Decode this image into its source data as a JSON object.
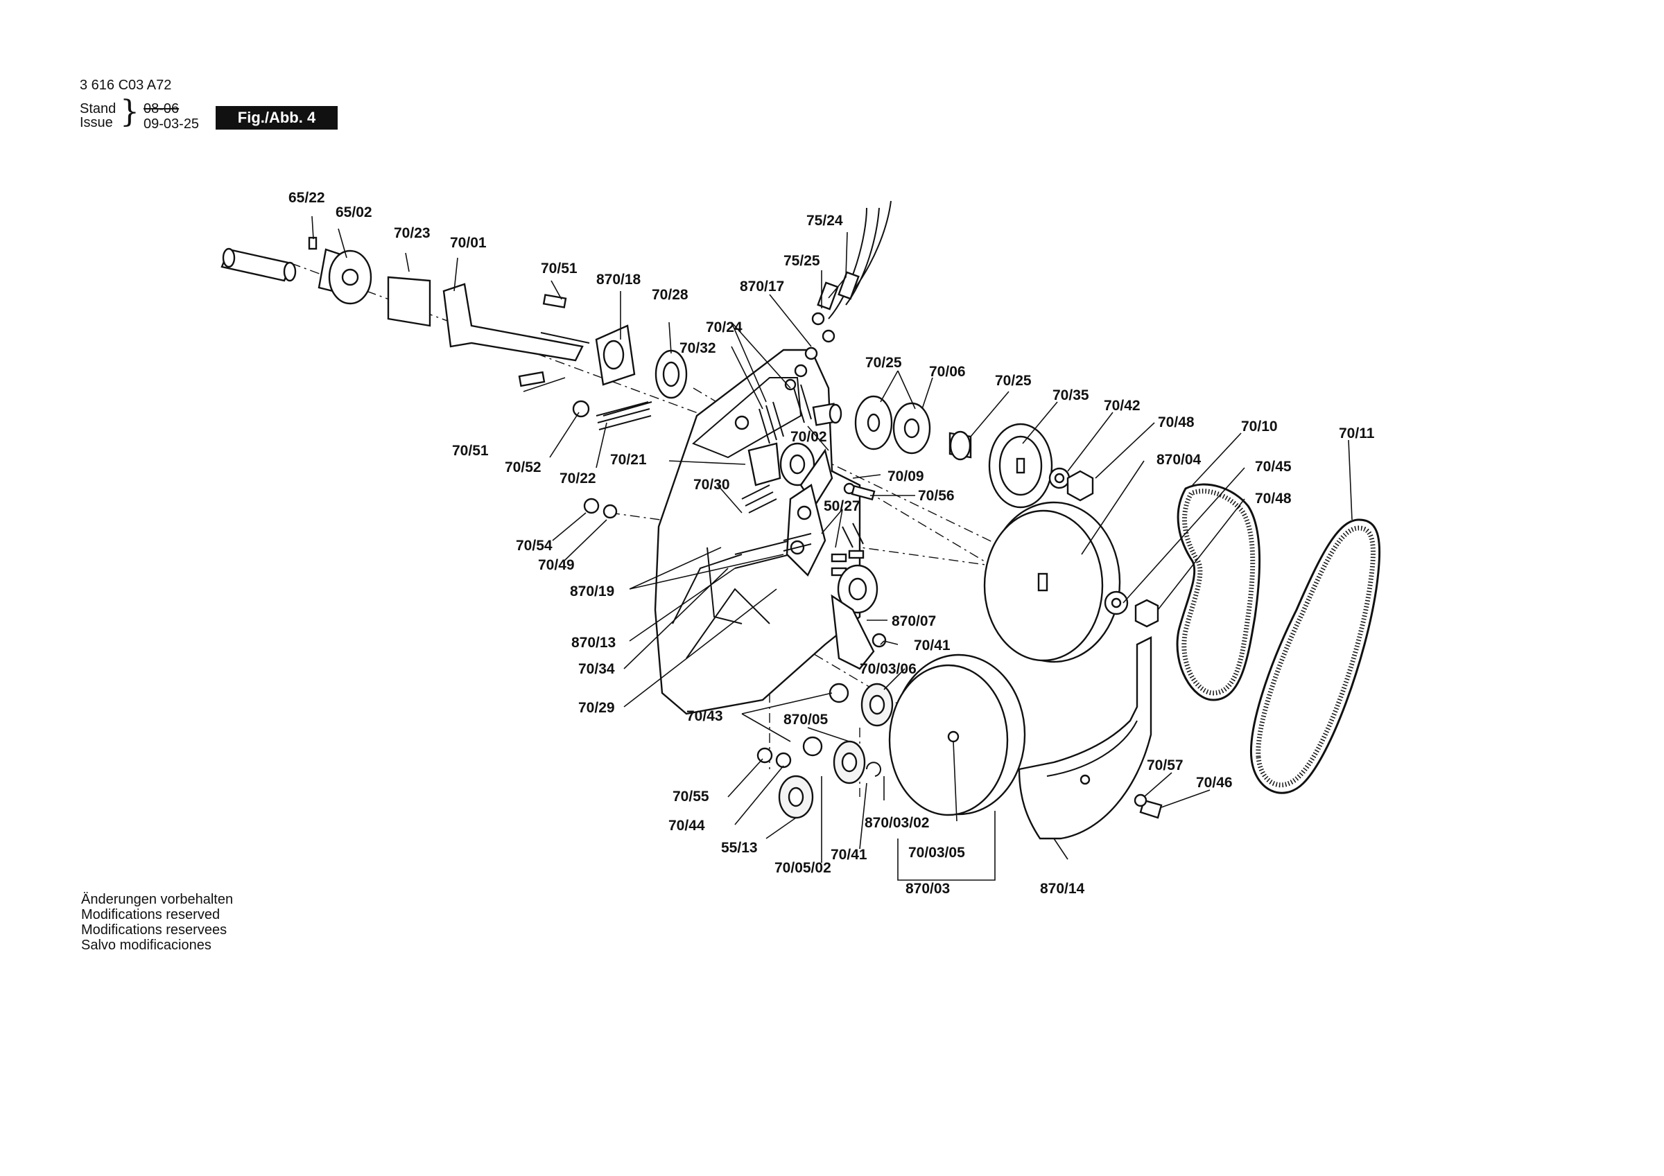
{
  "header": {
    "doc_number": "3 616 C03 A72",
    "stand_label": "Stand",
    "issue_label": "Issue",
    "stand_old": "08-06",
    "issue_date": "09-03-25",
    "figure": "Fig./Abb. 4"
  },
  "notes": [
    "Änderungen vorbehalten",
    "Modifications reserved",
    "Modifications reservees",
    "Salvo modificaciones"
  ],
  "part_labels": [
    "65/22",
    "65/02",
    "70/23",
    "70/01",
    "70/51",
    "870/18",
    "70/28",
    "870/17",
    "75/24",
    "75/25",
    "70/24",
    "70/32",
    "70/25",
    "70/06",
    "70/25",
    "70/35",
    "70/42",
    "70/48",
    "70/10",
    "70/11",
    "70/51",
    "70/52",
    "70/22",
    "70/21",
    "70/02",
    "70/09",
    "70/30",
    "50/27",
    "70/56",
    "870/04",
    "70/45",
    "70/48",
    "70/54",
    "70/49",
    "870/19",
    "870/07",
    "870/13",
    "70/41",
    "70/34",
    "70/03/06",
    "70/29",
    "70/43",
    "870/05",
    "70/57",
    "70/46",
    "70/55",
    "70/44",
    "870/03/02",
    "70/03/05",
    "55/13",
    "70/41",
    "70/05/02",
    "870/03",
    "870/14"
  ]
}
